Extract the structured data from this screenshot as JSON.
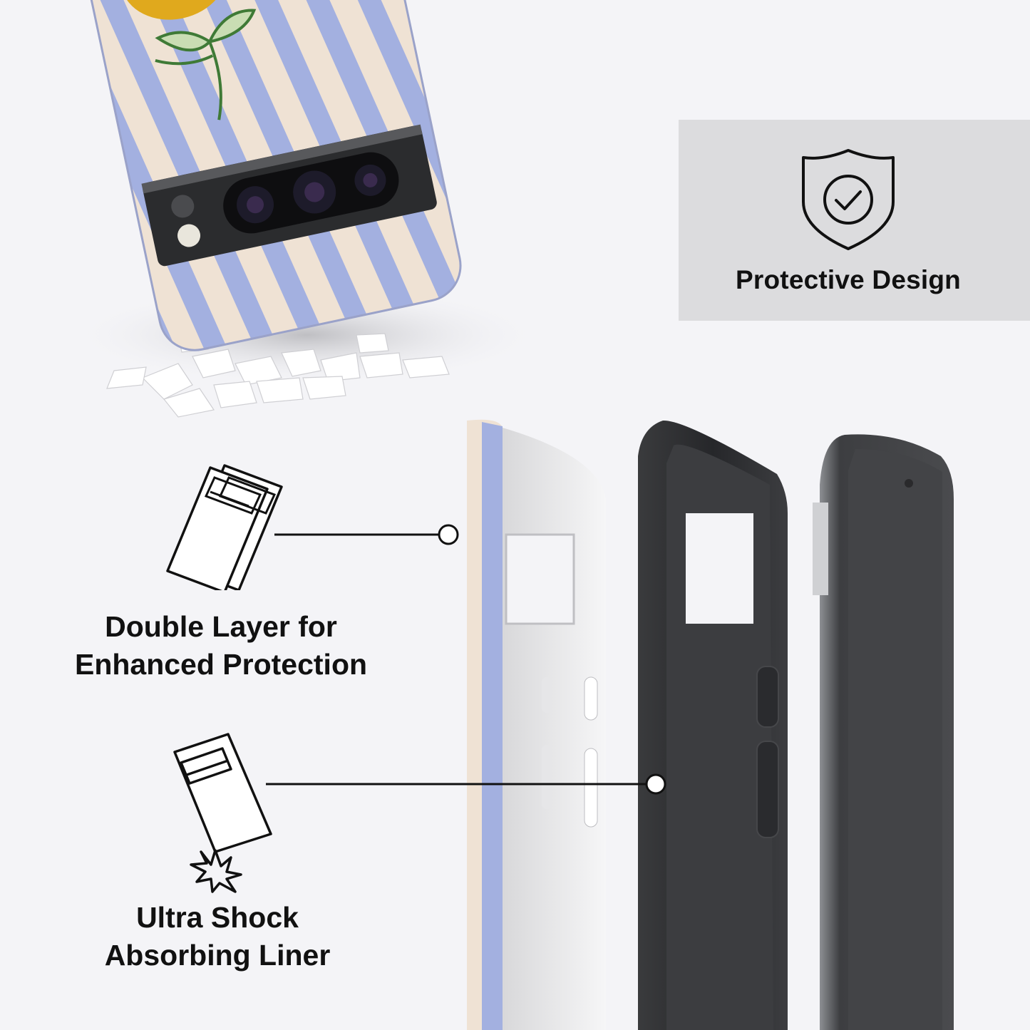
{
  "badge": {
    "icon": "shield-check-icon",
    "title": "Protective Design"
  },
  "features": [
    {
      "icon": "double-layer-icon",
      "line1": "Double Layer for",
      "line2": "Enhanced Protection"
    },
    {
      "icon": "shock-absorb-icon",
      "line1": "Ultra Shock",
      "line2": "Absorbing Liner"
    }
  ],
  "colors": {
    "background": "#f4f4f7",
    "panel": "#dcdcde",
    "stripe_blue": "#a3b0e0",
    "stripe_cream": "#efe2d4",
    "lemon": "#e0a91d",
    "leaf": "#3f7a36",
    "liner": "#2f3032",
    "camera_bar": "#2b2c2e"
  }
}
